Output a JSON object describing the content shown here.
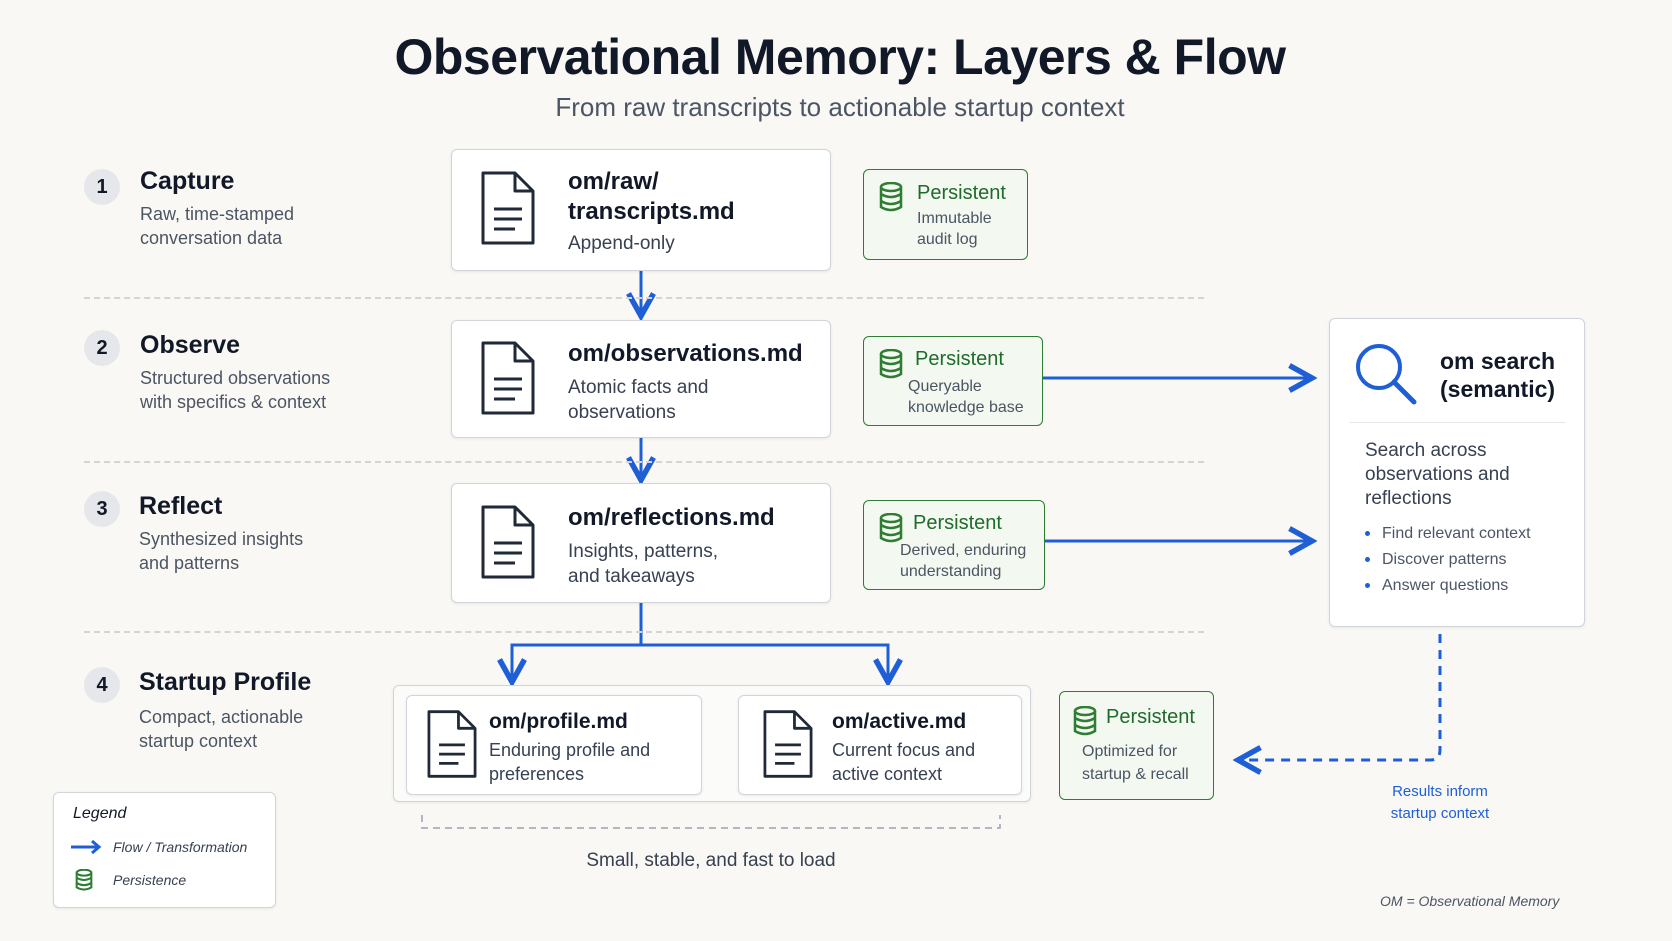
{
  "header": {
    "title": "Observational Memory: Layers & Flow",
    "subtitle": "From raw transcripts to actionable startup context"
  },
  "steps": [
    {
      "number": "1",
      "title": "Capture",
      "desc_line1": "Raw, time-stamped",
      "desc_line2": "conversation data"
    },
    {
      "number": "2",
      "title": "Observe",
      "desc_line1": "Structured observations",
      "desc_line2": "with specifics & context"
    },
    {
      "number": "3",
      "title": "Reflect",
      "desc_line1": "Synthesized insights",
      "desc_line2": "and patterns"
    },
    {
      "number": "4",
      "title": "Startup Profile",
      "desc_line1": "Compact, actionable",
      "desc_line2": "startup context"
    }
  ],
  "cards": {
    "raw": {
      "title_line1": "om/raw/",
      "title_line2": "transcripts.md",
      "sub": "Append-only"
    },
    "observations": {
      "title": "om/observations.md",
      "sub_line1": "Atomic facts and",
      "sub_line2": "observations"
    },
    "reflections": {
      "title": "om/reflections.md",
      "sub_line1": "Insights, patterns,",
      "sub_line2": "and takeaways"
    },
    "profile": {
      "title": "om/profile.md",
      "sub_line1": "Enduring profile and",
      "sub_line2": "preferences"
    },
    "active": {
      "title": "om/active.md",
      "sub_line1": "Current focus and",
      "sub_line2": "active context"
    }
  },
  "badges": [
    {
      "head": "Persistent",
      "line1": "Immutable",
      "line2": "audit log"
    },
    {
      "head": "Persistent",
      "line1": "Queryable",
      "line2": "knowledge base"
    },
    {
      "head": "Persistent",
      "line1": "Derived, enduring",
      "line2": "understanding"
    },
    {
      "head": "Persistent",
      "line1": "Optimized for",
      "line2": "startup & recall"
    }
  ],
  "search": {
    "title_line1": "om search",
    "title_line2": "(semantic)",
    "desc_line1": "Search across",
    "desc_line2": "observations and",
    "desc_line3": "reflections",
    "bullets": [
      "Find relevant context",
      "Discover patterns",
      "Answer questions"
    ]
  },
  "results_note": {
    "line1": "Results inform",
    "line2": "startup context"
  },
  "bracket_label": "Small, stable, and fast to load",
  "legend": {
    "title": "Legend",
    "flow_label": "Flow / Transformation",
    "persistence_label": "Persistence"
  },
  "footnote": "OM = Observational Memory",
  "colors": {
    "flow_blue": "#1f5fd6",
    "persist_green": "#2e7d32"
  },
  "icons": {
    "document": "document-icon",
    "database": "database-icon",
    "search": "magnifier-icon"
  }
}
